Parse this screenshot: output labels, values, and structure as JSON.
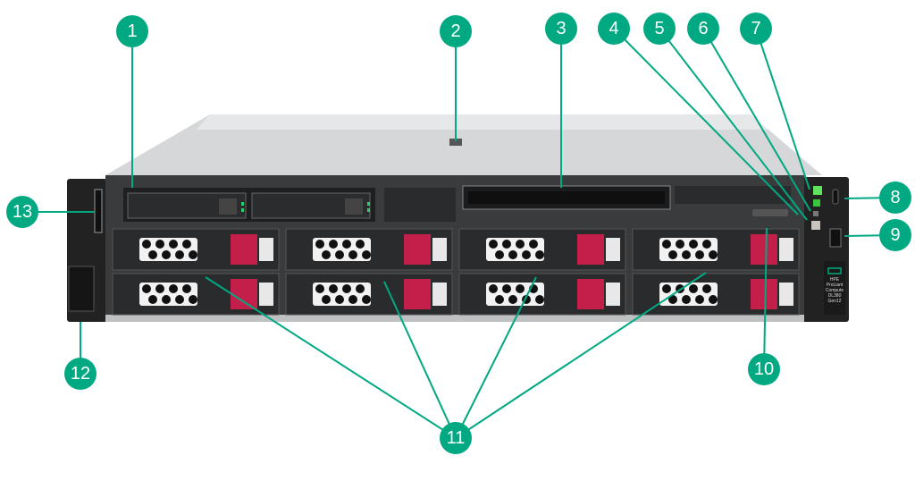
{
  "diagram": {
    "accent_color": "#01a982",
    "callouts": [
      {
        "label": "1"
      },
      {
        "label": "2"
      },
      {
        "label": "3"
      },
      {
        "label": "4"
      },
      {
        "label": "5"
      },
      {
        "label": "6"
      },
      {
        "label": "7"
      },
      {
        "label": "8"
      },
      {
        "label": "9"
      },
      {
        "label": "10"
      },
      {
        "label": "11"
      },
      {
        "label": "12"
      },
      {
        "label": "13"
      }
    ],
    "model_badge": [
      "HPE",
      "ProLiant",
      "Compute",
      "DL380",
      "Gen12"
    ]
  }
}
